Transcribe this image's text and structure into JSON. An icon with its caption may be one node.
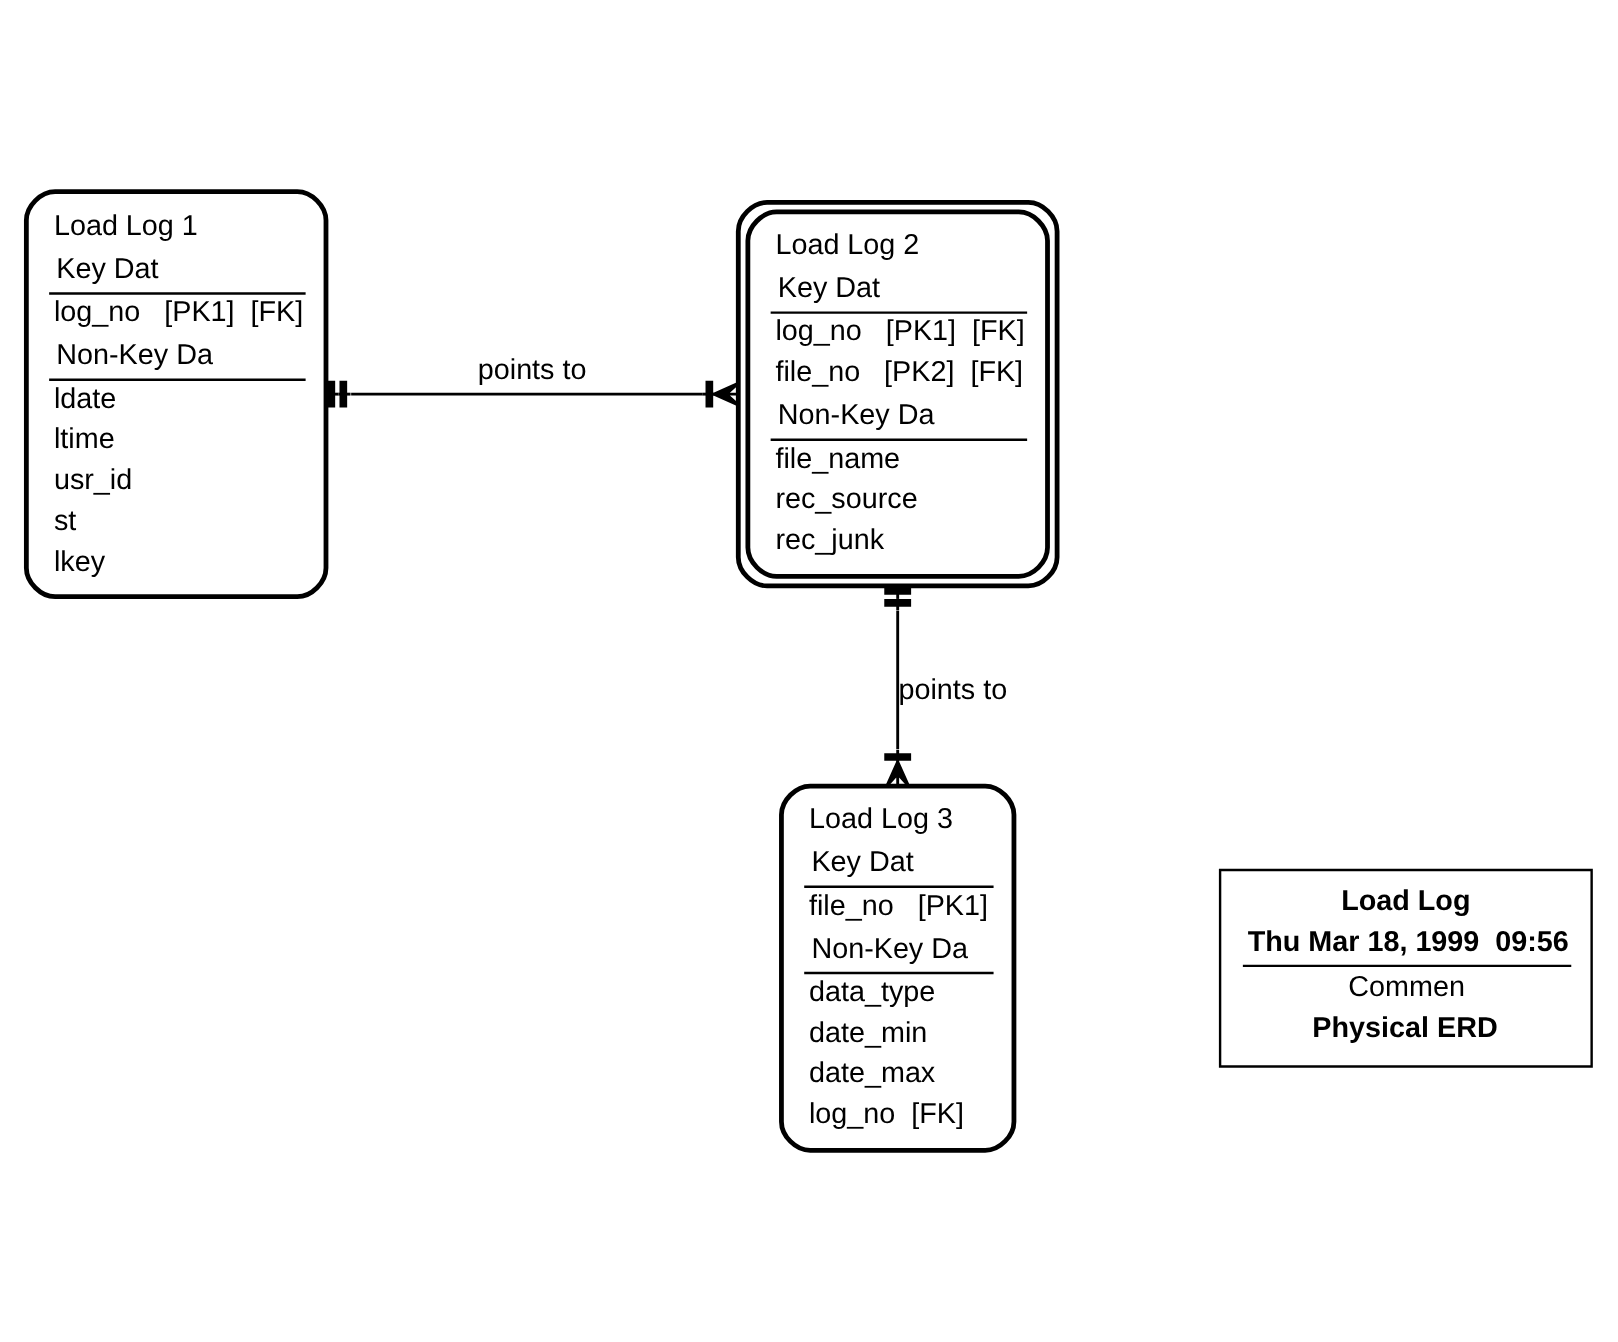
{
  "diagram": {
    "nodes": [
      {
        "text": [
          "Load Log 1",
          "Key Dat",
          "log_no   [PK1]  [FK]",
          "Non-Key Da",
          "ldate",
          "ltime",
          "usr_id",
          "st",
          "lkey"
        ]
      },
      {
        "text": [
          "Load Log 2",
          "Key Dat",
          "log_no   [PK1]  [FK]",
          "file_no   [PK2]  [FK]",
          "Non-Key Da",
          "file_name",
          "rec_source",
          "rec_junk"
        ]
      },
      {
        "text": [
          "Load Log 3",
          "Key Dat",
          "file_no   [PK1]",
          "Non-Key Da",
          "data_type",
          "date_min",
          "date_max",
          "log_no  [FK]"
        ]
      },
      {
        "text": [
          "Load Log",
          "Thu Mar 18, 1999  09:56",
          "Commen",
          "Physical ERD"
        ]
      }
    ],
    "edges": [
      {
        "from": 0,
        "to": 1,
        "arrow": "other",
        "label": "points to"
      },
      {
        "from": 1,
        "to": 2,
        "arrow": "other",
        "label": "points to"
      }
    ]
  }
}
